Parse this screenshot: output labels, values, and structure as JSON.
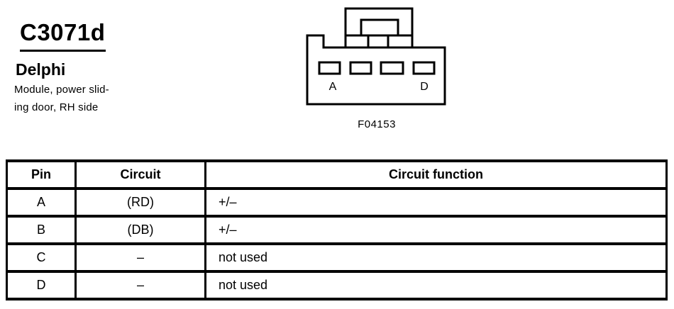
{
  "page": {
    "background": "#ffffff",
    "ink": "#000000"
  },
  "header": {
    "connector_id": "C3071d",
    "manufacturer": "Delphi",
    "description_lines": [
      "Module, power slid-",
      "ing door, RH side"
    ]
  },
  "connector_figure": {
    "pin_count": 4,
    "pin_label_first": "A",
    "pin_label_last": "D",
    "figure_id": "F04153"
  },
  "pinout_table": {
    "headers": [
      "Pin",
      "Circuit",
      "Circuit function"
    ],
    "rows": [
      {
        "pin": "A",
        "circuit": "(RD)",
        "function": "+/–"
      },
      {
        "pin": "B",
        "circuit": "(DB)",
        "function": "+/–"
      },
      {
        "pin": "C",
        "circuit": "–",
        "function": "not used"
      },
      {
        "pin": "D",
        "circuit": "–",
        "function": "not used"
      }
    ]
  }
}
